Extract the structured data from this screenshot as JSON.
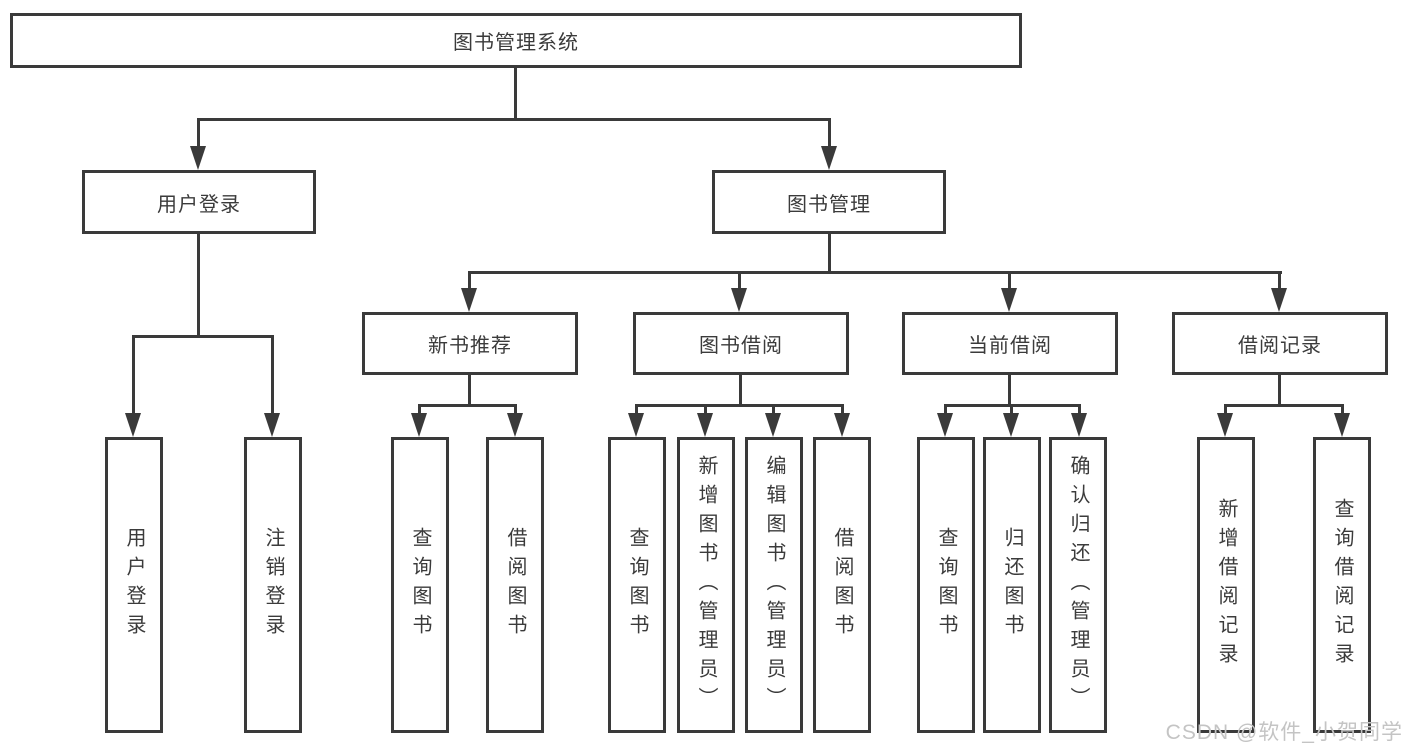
{
  "diagram": {
    "root": {
      "label": "图书管理系统"
    },
    "level2": [
      {
        "label": "用户登录"
      },
      {
        "label": "图书管理"
      }
    ],
    "level3": [
      {
        "label": "新书推荐"
      },
      {
        "label": "图书借阅"
      },
      {
        "label": "当前借阅"
      },
      {
        "label": "借阅记录"
      }
    ],
    "leaves_user_login": [
      {
        "label": "用户登录"
      },
      {
        "label": "注销登录"
      }
    ],
    "leaves_new_book": [
      {
        "label": "查询图书"
      },
      {
        "label": "借阅图书"
      }
    ],
    "leaves_book_borrow": [
      {
        "label": "查询图书"
      },
      {
        "label": "新增图书（管理员）"
      },
      {
        "label": "编辑图书（管理员）"
      },
      {
        "label": "借阅图书"
      }
    ],
    "leaves_current_borrow": [
      {
        "label": "查询图书"
      },
      {
        "label": "归还图书"
      },
      {
        "label": "确认归还（管理员）"
      }
    ],
    "leaves_borrow_record": [
      {
        "label": "新增借阅记录"
      },
      {
        "label": "查询借阅记录"
      }
    ]
  },
  "watermark": {
    "text": "CSDN @软件_小贺同学"
  },
  "colors": {
    "line": "#3a3a3a",
    "text": "#3b3b3b",
    "watermark": "#c4c4c4",
    "background": "#ffffff"
  }
}
